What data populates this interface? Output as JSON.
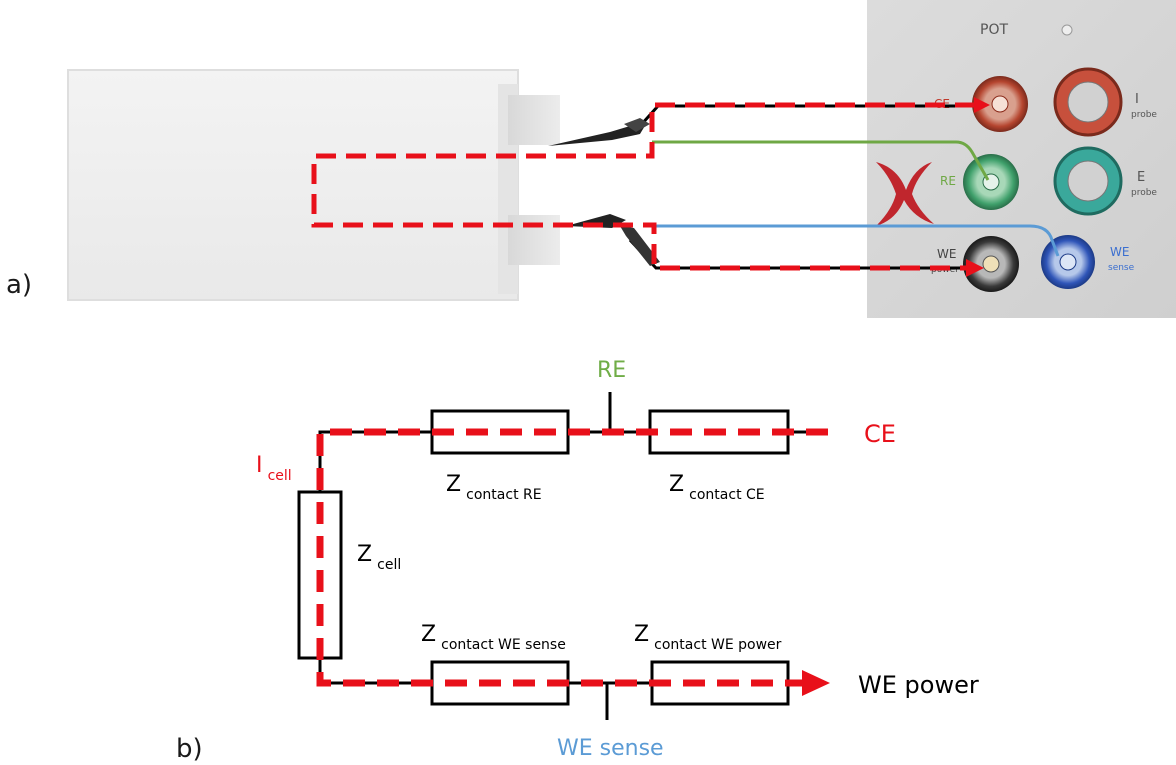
{
  "panel_a": {
    "label": "a)",
    "instrument": {
      "title": "POT",
      "connectors": {
        "ce": "CE",
        "i_probe_main": "I",
        "i_probe_sub": "probe",
        "re": "RE",
        "e_probe_main": "E",
        "e_probe_sub": "probe",
        "we_power_main": "WE",
        "we_power_sub": "power",
        "we_sense_main": "WE",
        "we_sense_sub": "sense"
      }
    }
  },
  "panel_b": {
    "label": "b)",
    "nodes": {
      "re": "RE",
      "ce": "CE",
      "we_power": "WE power",
      "we_sense": "WE sense",
      "i_cell_main": "I",
      "i_cell_sub": "cell"
    },
    "impedances": {
      "z_contact_re": {
        "main": "Z",
        "sub": "contact RE"
      },
      "z_contact_ce": {
        "main": "Z",
        "sub": "contact CE"
      },
      "z_cell": {
        "main": "Z",
        "sub": "cell"
      },
      "z_contact_we_sense": {
        "main": "Z",
        "sub": "contact WE sense"
      },
      "z_contact_we_power": {
        "main": "Z",
        "sub": "contact WE power"
      }
    }
  },
  "colors": {
    "current_path": "#e8101a",
    "reference_lead": "#6fa845",
    "sense_lead": "#5b9bd5",
    "wire": "#000000",
    "ce_label": "#e8101a",
    "re_label": "#70ad47",
    "we_sense_label": "#5b9bd5"
  }
}
